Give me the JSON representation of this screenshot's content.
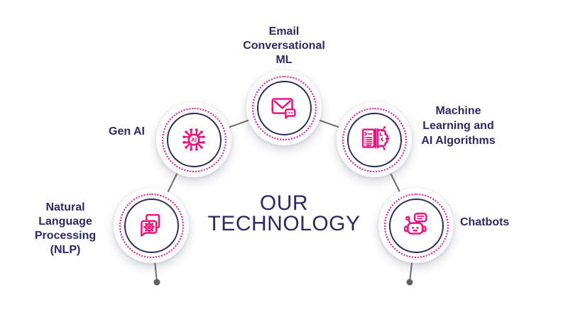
{
  "title": "OUR\nTECHNOLOGY",
  "colors": {
    "pink": "#EE137F",
    "navy": "#2B2A5C",
    "text": "#2E2961",
    "gray": "#6E6E6E"
  },
  "nodes": [
    {
      "id": "nlp",
      "label": "Natural\nLanguage\nProcessing\n(NLP)",
      "icon": "document-gear-icon"
    },
    {
      "id": "genai",
      "label": "Gen AI",
      "icon": "ai-network-icon"
    },
    {
      "id": "email",
      "label": "Email\nConversational\nML",
      "icon": "email-chat-icon"
    },
    {
      "id": "ml",
      "label": "Machine\nLearning and\nAI Algorithms",
      "icon": "document-brain-icon"
    },
    {
      "id": "chatbots",
      "label": "Chatbots",
      "icon": "chatbot-icon"
    }
  ]
}
